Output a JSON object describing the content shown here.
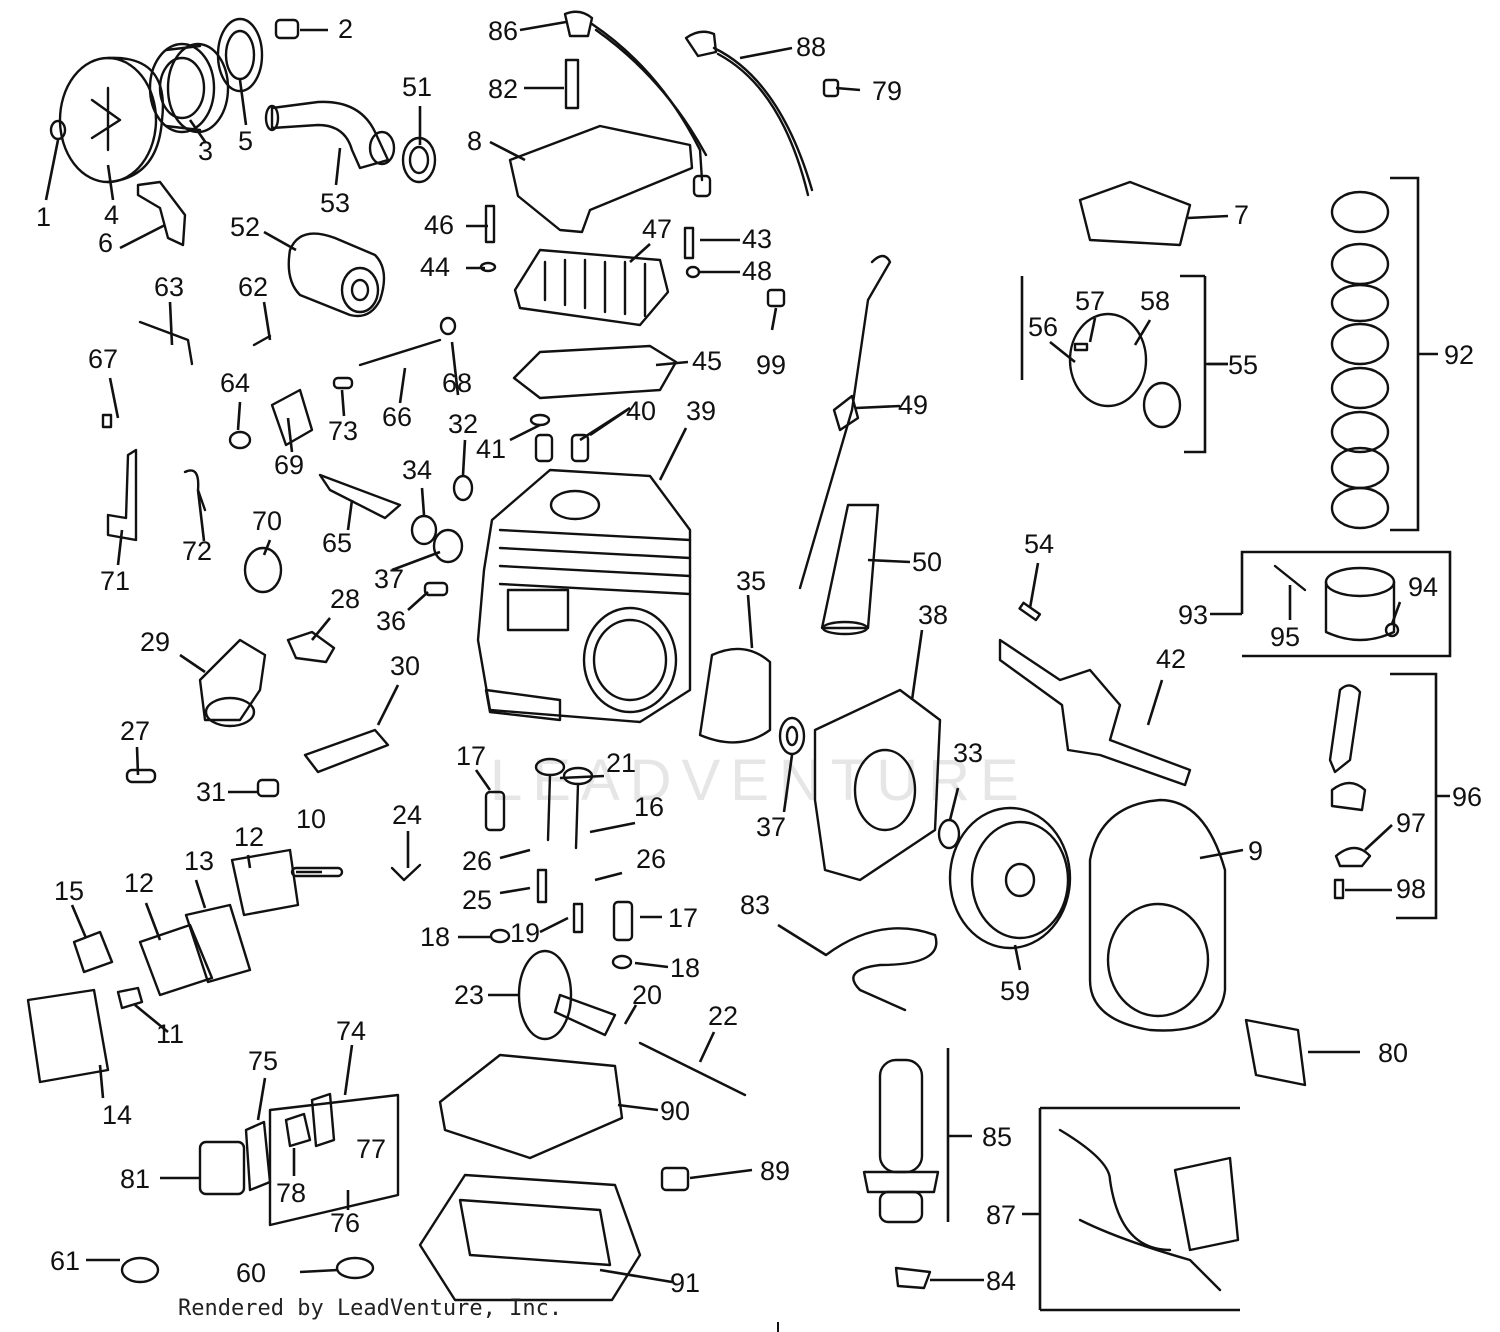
{
  "watermark": "LEADVENTURE",
  "credit": "Rendered by LeadVenture, Inc.",
  "callouts": [
    "1",
    "2",
    "3",
    "4",
    "5",
    "6",
    "7",
    "8",
    "9",
    "10",
    "11",
    "12",
    "12",
    "13",
    "14",
    "15",
    "16",
    "17",
    "17",
    "18",
    "18",
    "19",
    "20",
    "21",
    "22",
    "23",
    "24",
    "25",
    "26",
    "26",
    "27",
    "28",
    "29",
    "30",
    "31",
    "32",
    "33",
    "34",
    "35",
    "36",
    "37",
    "37",
    "38",
    "39",
    "40",
    "41",
    "42",
    "43",
    "44",
    "45",
    "46",
    "47",
    "48",
    "49",
    "50",
    "51",
    "52",
    "53",
    "54",
    "55",
    "56",
    "57",
    "58",
    "59",
    "60",
    "61",
    "62",
    "63",
    "64",
    "65",
    "66",
    "67",
    "68",
    "69",
    "70",
    "71",
    "72",
    "73",
    "74",
    "75",
    "76",
    "77",
    "78",
    "79",
    "80",
    "81",
    "82",
    "83",
    "84",
    "85",
    "86",
    "87",
    "88",
    "89",
    "90",
    "91",
    "92",
    "93",
    "94",
    "95",
    "96",
    "97",
    "98",
    "99"
  ],
  "colors": {
    "ink": "#111111",
    "paper": "#ffffff",
    "watermark": "#e6e6e6"
  }
}
